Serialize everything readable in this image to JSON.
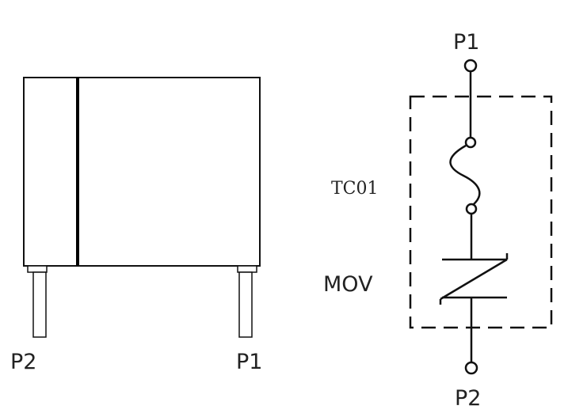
{
  "component": {
    "left_pin_label": "P2",
    "right_pin_label": "P1"
  },
  "schematic": {
    "top_terminal_label": "P1",
    "bottom_terminal_label": "P2",
    "fuse_label": "TC01",
    "varistor_label": "MOV"
  }
}
